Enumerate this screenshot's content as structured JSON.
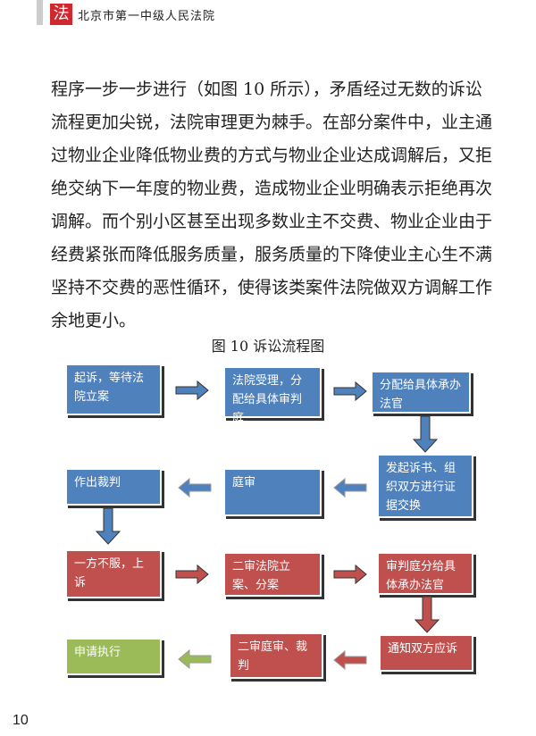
{
  "header": {
    "logo_text": "法",
    "title": "北京市第一中级人民法院"
  },
  "paragraph": [
    "程序一步一步进行（如图 10 所示），矛盾经过无数的诉讼",
    "流程更加尖锐，法院审理更为棘手。在部分案件中，业主通",
    "过物业企业降低物业费的方式与物业企业达成调解后，又拒",
    "绝交纳下一年度的物业费，造成物业企业明确表示拒绝再次",
    "调解。而个别小区甚至出现多数业主不交费、物业企业由于",
    "经费紧张而降低服务质量，服务质量的下降使业主心生不满",
    "坚持不交费的恶性循环，使得该类案件法院做双方调解工作",
    "余地更小。"
  ],
  "figure": {
    "caption": "图 10  诉讼流程图",
    "boxes": [
      "起诉，等待法院立案",
      "法院受理，分配给具体审判庭",
      "分配给具体承办法官",
      "发起诉书、组织双方进行证据交换",
      "庭审",
      "作出裁判",
      "一方不服，上诉",
      "二审法院立案、分案",
      "审判庭分给具体承办法官",
      "通知双方应诉",
      "二审庭审、裁判",
      "申请执行"
    ],
    "colors": {
      "blue": "#4f81bd",
      "red": "#c0504d",
      "green": "#9bbb59"
    }
  },
  "page_number": "10"
}
